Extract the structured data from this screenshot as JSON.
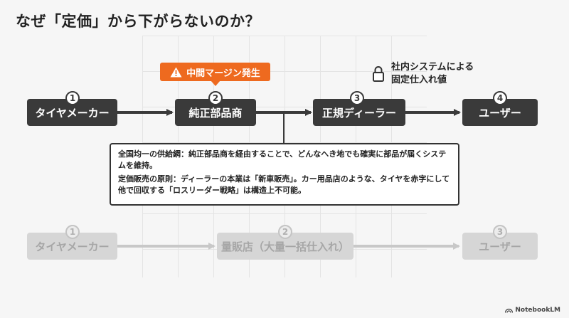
{
  "title": "なぜ「定価」から下がらないのか？",
  "top_flow": [
    {
      "number": "1",
      "label": "タイヤメーカー"
    },
    {
      "number": "2",
      "label": "純正部品商"
    },
    {
      "number": "3",
      "label": "正規ディーラー"
    },
    {
      "number": "4",
      "label": "ユーザー"
    }
  ],
  "margin_callout": {
    "label": "中間マージン発生",
    "icon": "warning-icon"
  },
  "lock_note": {
    "line1": "社内システムによる",
    "line2": "固定仕入れ値",
    "icon": "lock-icon"
  },
  "info": {
    "p1": "全国均一の供給網：純正部品商を経由することで、どんなへき地でも確実に部品が届くシステムを維持。",
    "p2": "定価販売の原則：ディーラーの本業は「新車販売」。カー用品店のような、タイヤを赤字にして他で回収する「ロスリーダー戦略」は構造上不可能。"
  },
  "bottom_flow": [
    {
      "number": "1",
      "label": "タイヤメーカー"
    },
    {
      "number": "2",
      "label": "量販店（大量一括仕入れ）"
    },
    {
      "number": "3",
      "label": "ユーザー"
    }
  ],
  "watermark": "NotebookLM",
  "colors": {
    "accent": "#ee6a1f",
    "dark_box": "#3a3a3a",
    "muted_box": "#d6d6d6"
  }
}
